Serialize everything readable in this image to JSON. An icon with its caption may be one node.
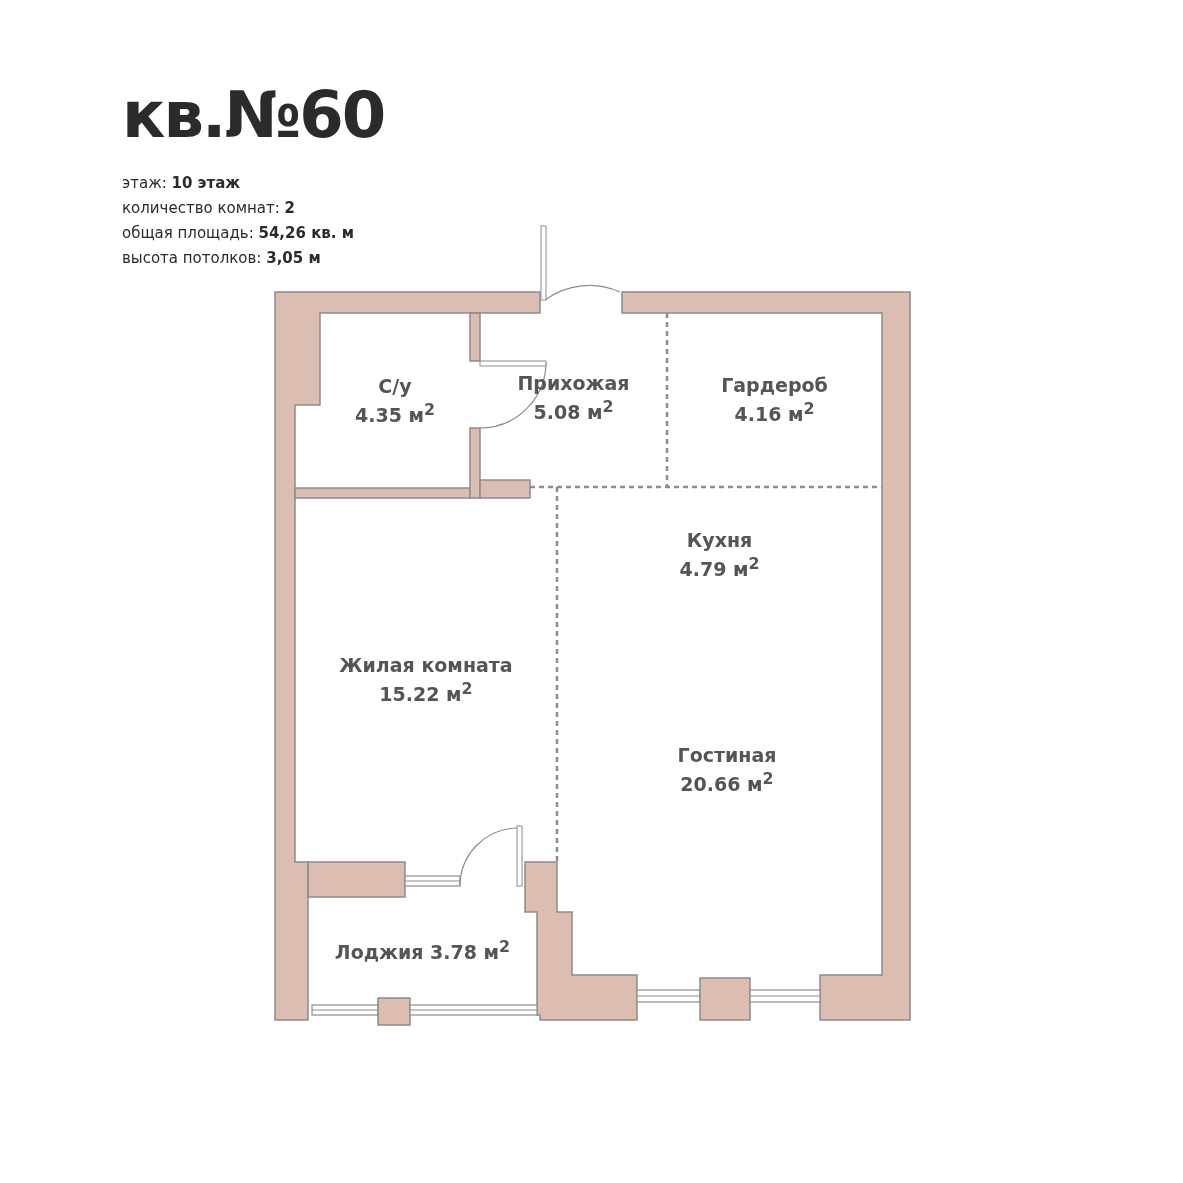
{
  "diagram": {
    "title": "кв.№60",
    "nodes": [
      {
        "text": [
          "С/у",
          "4.35 м$^{2}$"
        ]
      },
      {
        "text": [
          "Прихожая",
          "5.08 м$^{2}$"
        ]
      },
      {
        "text": [
          "Гардероб",
          "4.16 м$^{2}$"
        ]
      },
      {
        "text": [
          "Кухня",
          "4.79 м$^{2}$"
        ]
      },
      {
        "text": [
          "Жилая комната",
          "15.22 м$^{2}$"
        ]
      },
      {
        "text": [
          "Гостиная",
          "20.66 м$^{2}$"
        ]
      },
      {
        "text": [
          "Лоджия 3.78 м$^{2}$"
        ]
      }
    ],
    "labels": [
      "этаж: **10 этаж**",
      "количество комнат: **2**",
      "общая площадь: **54,26 кв. м**",
      "высота потолков: **3,05 м**"
    ]
  }
}
